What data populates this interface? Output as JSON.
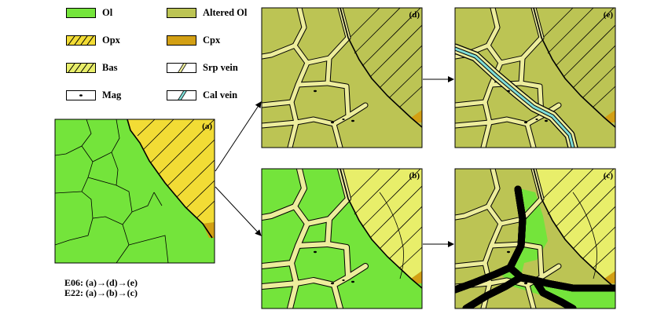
{
  "legend": [
    {
      "key": "ol",
      "label": "Ol",
      "color": "#74e43b"
    },
    {
      "key": "altered_ol",
      "label": "Altered Ol",
      "color": "#bcc454"
    },
    {
      "key": "opx",
      "label": "Opx",
      "color": "#f2dc35"
    },
    {
      "key": "cpx",
      "label": "Cpx",
      "color": "#d3a014"
    },
    {
      "key": "bas",
      "label": "Bas",
      "color": "#e8ee6a"
    },
    {
      "key": "srp_vein",
      "label": "Srp vein",
      "color": "#eded9c"
    },
    {
      "key": "mag",
      "label": "Mag",
      "color": "#000000"
    },
    {
      "key": "cal_vein",
      "label": "Cal vein",
      "color": "#7fded8"
    }
  ],
  "panels": [
    {
      "id": "a",
      "label": "(a)"
    },
    {
      "id": "d",
      "label": "(d)"
    },
    {
      "id": "e",
      "label": "(e)"
    },
    {
      "id": "b",
      "label": "(b)"
    },
    {
      "id": "c",
      "label": "(c)"
    }
  ],
  "sequences": [
    "E06: (a)→(d)→(e)",
    "E22: (a)→(b)→(c)"
  ]
}
